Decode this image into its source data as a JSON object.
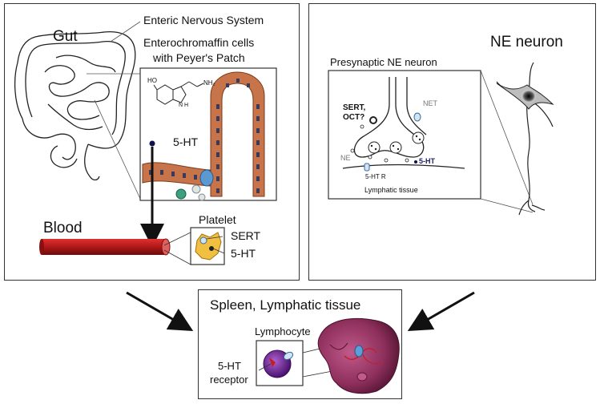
{
  "left_panel": {
    "gut_label": "Gut",
    "ens_label": "Enteric Nervous System",
    "ec_cells_line1": "Enterochromaffin cells",
    "ec_cells_line2": "with Peyer's Patch",
    "molecule_oh": "HO",
    "molecule_nh2": "NH₂",
    "molecule_nh": "N H",
    "serotonin_label": "5-HT",
    "blood_label": "Blood",
    "platelet_label": "Platelet",
    "sert_label": "SERT",
    "platelet_5ht_label": "5-HT"
  },
  "right_panel": {
    "ne_neuron_label": "NE neuron",
    "presynaptic_label": "Presynaptic NE neuron",
    "sert_oct_line1": "SERT,",
    "sert_oct_line2": "OCT?",
    "net_label": "NET",
    "ne_label": "NE",
    "receptor_label": "5-HT R",
    "synapse_5ht_label": "5-HT",
    "lymphatic_label": "Lymphatic tissue"
  },
  "bottom_panel": {
    "title": "Spleen, Lymphatic tissue",
    "lymphocyte_label": "Lymphocyte",
    "receptor_line1": "5-HT",
    "receptor_line2": "receptor"
  },
  "colors": {
    "blood_vessel": "#b01818",
    "platelet": "#f2c040",
    "lymphocyte": "#7a2a9a",
    "spleen": "#9a3a66",
    "villus": "#c8744a",
    "arrow": "#111111"
  }
}
